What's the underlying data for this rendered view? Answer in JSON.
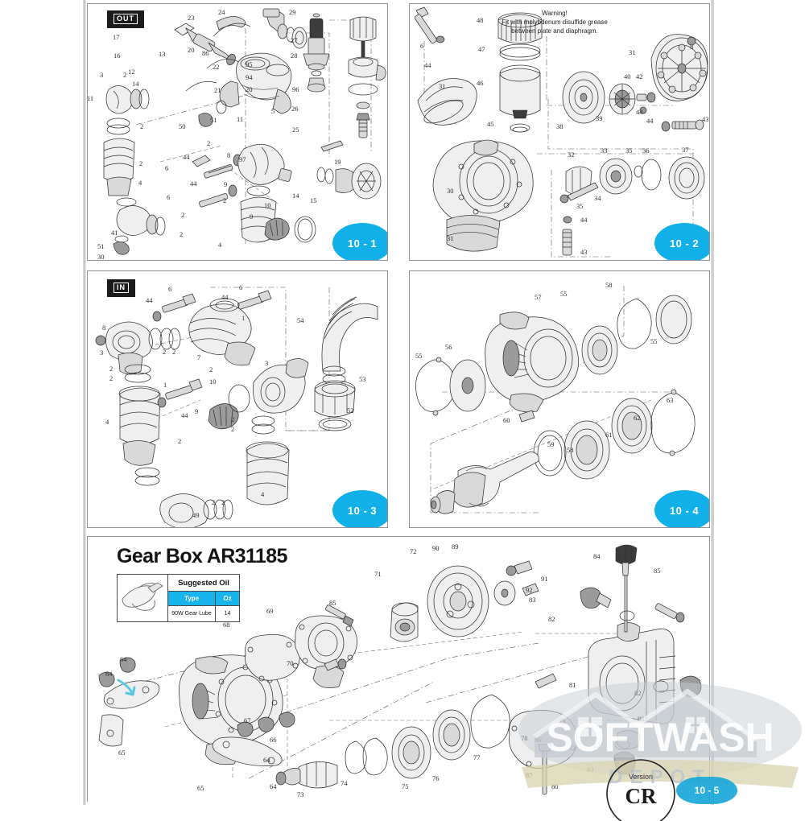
{
  "document": {
    "type": "exploded parts diagram",
    "sheet_background": "#ffffff",
    "accent_color": "#12b0e8"
  },
  "panels": [
    {
      "id": "panel-10-1",
      "badge": "10 - 1",
      "flag": "OUT",
      "part_numbers": [
        "17",
        "16",
        "12",
        "14",
        "11",
        "13",
        "23",
        "20",
        "86",
        "24",
        "22",
        "21",
        "95",
        "94",
        "20",
        "29",
        "27",
        "28",
        "96",
        "26",
        "25",
        "97",
        "3",
        "2",
        "2",
        "2",
        "4",
        "50",
        "51",
        "11",
        "5",
        "2",
        "44",
        "6",
        "44",
        "6",
        "8",
        "9",
        "2",
        "2",
        "41",
        "51",
        "30",
        "14",
        "15",
        "19",
        "10",
        "9",
        "4",
        "2",
        "2"
      ]
    },
    {
      "id": "panel-10-2",
      "badge": "10 - 2",
      "flag": "",
      "warning_line_1": "Warning!",
      "warning_line_2": "Fit  with molybdenum disulfide grease",
      "warning_line_3": "between plate and diaphragm.",
      "part_numbers": [
        "48",
        "47",
        "46",
        "45",
        "6",
        "44",
        "31",
        "38",
        "39",
        "40",
        "42",
        "44",
        "8",
        "31",
        "43",
        "44",
        "30",
        "32",
        "33",
        "34",
        "35",
        "35",
        "36",
        "37",
        "31",
        "44",
        "43"
      ]
    },
    {
      "id": "panel-10-3",
      "badge": "10 - 3",
      "flag": "IN",
      "part_numbers": [
        "8",
        "3",
        "44",
        "6",
        "44",
        "6",
        "2",
        "2",
        "2",
        "2",
        "7",
        "1",
        "1",
        "44",
        "4",
        "2",
        "9",
        "10",
        "3",
        "2",
        "2",
        "2",
        "4",
        "49",
        "2",
        "2",
        "54",
        "53",
        "52"
      ]
    },
    {
      "id": "panel-10-4",
      "badge": "10 - 4",
      "flag": "",
      "part_numbers": [
        "55",
        "56",
        "57",
        "55",
        "58",
        "55",
        "63",
        "62",
        "61",
        "58",
        "60",
        "59"
      ]
    }
  ],
  "gearbox": {
    "title": "Gear Box AR31185",
    "oil": {
      "heading": "Suggested Oil",
      "columns": [
        "Type",
        "Oz"
      ],
      "rows": [
        [
          "90W Gear Lube",
          "14"
        ]
      ],
      "header_color": "#18b4ec"
    },
    "part_numbers": [
      "64",
      "64",
      "65",
      "65",
      "64",
      "64",
      "66",
      "67",
      "68",
      "70",
      "69",
      "85",
      "71",
      "72",
      "90",
      "89",
      "91",
      "92",
      "73",
      "74",
      "75",
      "76",
      "77",
      "78",
      "79",
      "80",
      "81",
      "82",
      "83",
      "84",
      "85",
      "82",
      "83",
      "82",
      "83",
      "88",
      "86",
      "87",
      "82"
    ],
    "badge": "10 - 5"
  },
  "watermark": {
    "line1": "SOFTWASH",
    "line2": "DEPOT",
    "stamp_top": "Version",
    "stamp_main": "CR"
  }
}
